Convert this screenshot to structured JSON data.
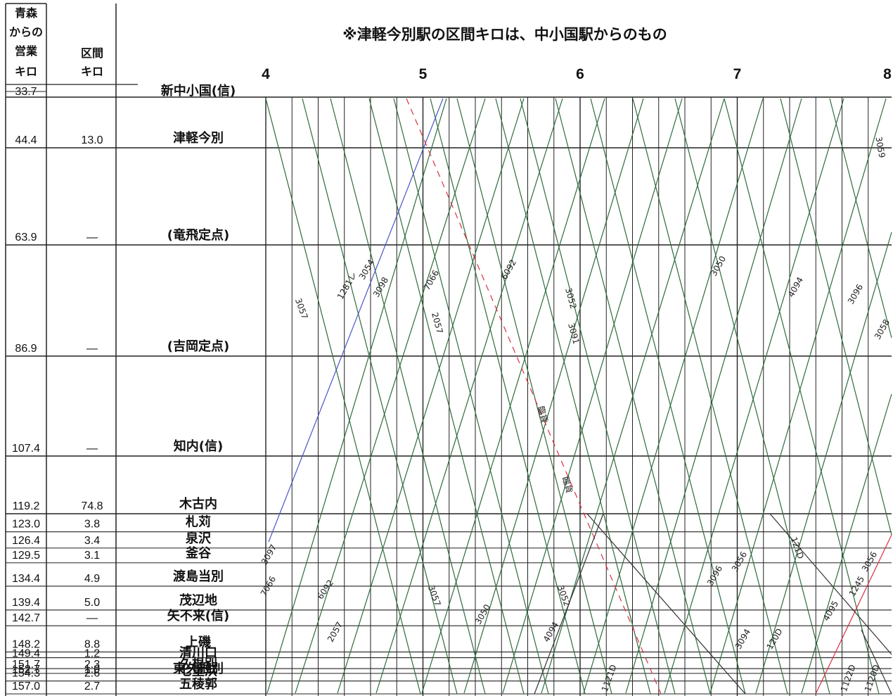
{
  "header": {
    "col1_lines": [
      "青森",
      "からの",
      "営業",
      "キロ"
    ],
    "col2_lines": [
      "区間",
      "キロ"
    ]
  },
  "note": "※津軽今別駅の区間キロは、中小国駅からのもの",
  "chart_data": {
    "type": "train-diagram",
    "title": "※津軽今別駅の区間キロは、中小国駅からのもの",
    "x_axis": {
      "label": "",
      "ticks": [
        "4",
        "5",
        "6",
        "7",
        "8"
      ],
      "range_hours": [
        4,
        8
      ]
    },
    "stations": [
      {
        "cum_km": "33.7",
        "sect_km": "",
        "name": "新中小国(信)"
      },
      {
        "cum_km": "44.4",
        "sect_km": "13.0",
        "name": "津軽今別"
      },
      {
        "cum_km": "63.9",
        "sect_km": "—",
        "name": "(竜飛定点)"
      },
      {
        "cum_km": "86.9",
        "sect_km": "—",
        "name": "(吉岡定点)"
      },
      {
        "cum_km": "107.4",
        "sect_km": "—",
        "name": "知内(信)"
      },
      {
        "cum_km": "119.2",
        "sect_km": "74.8",
        "name": "木古内"
      },
      {
        "cum_km": "123.0",
        "sect_km": "3.8",
        "name": "札苅"
      },
      {
        "cum_km": "126.4",
        "sect_km": "3.4",
        "name": "泉沢"
      },
      {
        "cum_km": "129.5",
        "sect_km": "3.1",
        "name": "釜谷"
      },
      {
        "cum_km": "134.4",
        "sect_km": "4.9",
        "name": "渡島当別"
      },
      {
        "cum_km": "139.4",
        "sect_km": "5.0",
        "name": "茂辺地"
      },
      {
        "cum_km": "142.7",
        "sect_km": "—",
        "name": "矢不来(信)"
      },
      {
        "cum_km": "148.2",
        "sect_km": "8.8",
        "name": "上磯"
      },
      {
        "cum_km": "149.4",
        "sect_km": "1.2",
        "name": "清川口"
      },
      {
        "cum_km": "151.7",
        "sect_km": "2.3",
        "name": "久根別"
      },
      {
        "cum_km": "152.7",
        "sect_km": "1.0",
        "name": "東久根別"
      },
      {
        "cum_km": "154.3",
        "sect_km": "2.6",
        "name": "七重浜"
      },
      {
        "cum_km": "157.0",
        "sect_km": "2.7",
        "name": "五稜郭"
      }
    ],
    "train_labels": [
      "3057",
      "1281レ",
      "3054",
      "3098",
      "7066",
      "2057",
      "6092",
      "3052",
      "3091",
      "3050",
      "4094",
      "3096",
      "3058",
      "3059",
      "3097",
      "7066",
      "6092",
      "3057",
      "3050",
      "3052",
      "2057",
      "4094",
      "3096",
      "3056",
      "121D",
      "120D",
      "3094",
      "4095",
      "3056",
      "1245",
      "臨貨",
      "臨貨",
      "1121D",
      "1122D",
      "1120D"
    ],
    "colors": {
      "freight": "#2f6b3c",
      "up_local": "#333333",
      "special": "#d93040",
      "passenger_blue": "#4a55c8",
      "grid": "#222222"
    }
  }
}
